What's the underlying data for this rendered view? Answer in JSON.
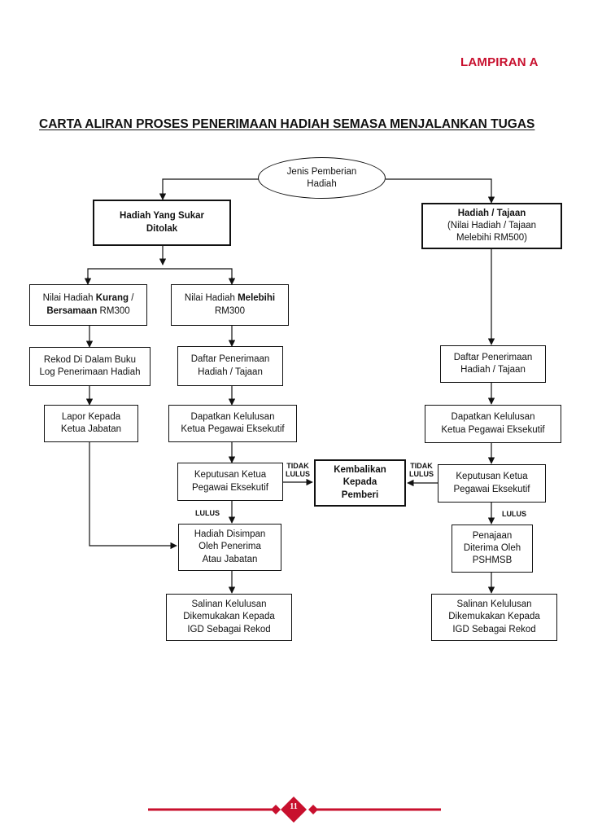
{
  "header": {
    "annex_label": "LAMPIRAN A"
  },
  "title": "CARTA ALIRAN PROSES PENERIMAAN HADIAH SEMASA MENJALANKAN TUGAS",
  "nodes": {
    "start": {
      "lines": [
        "Jenis Pemberian",
        "Hadiah"
      ]
    },
    "hard_gift": {
      "lines": [
        "Hadiah Yang Sukar",
        "Ditolak"
      ]
    },
    "gift_sponsor_line1": "Hadiah / Tajaan",
    "gift_sponsor_line2": "(Nilai Hadiah / Tajaan",
    "gift_sponsor_line3": "Melebihi RM500)",
    "value_less": {
      "l1_a": "Nilai Hadiah ",
      "l1_b": "Kurang",
      "l1_c": " /",
      "l2_a": "Bersamaan",
      "l2_b": " RM300"
    },
    "value_more": {
      "l1_a": "Nilai Hadiah ",
      "l1_b": "Melebihi",
      "l2": "RM300"
    },
    "record_log": {
      "lines": [
        "Rekod Di Dalam Buku",
        "Log Penerimaan Hadiah"
      ]
    },
    "report_head": {
      "lines": [
        "Lapor Kepada",
        "Ketua Jabatan"
      ]
    },
    "register_left": {
      "lines": [
        "Daftar Penerimaan",
        "Hadiah / Tajaan"
      ]
    },
    "approval_left": {
      "lines": [
        "Dapatkan Kelulusan",
        "Ketua Pegawai Eksekutif"
      ]
    },
    "decision_left": {
      "lines": [
        "Keputusan Ketua",
        "Pegawai Eksekutif"
      ]
    },
    "return_giver": {
      "lines": [
        "Kembalikan",
        "Kepada",
        "Pemberi"
      ]
    },
    "kept": {
      "lines": [
        "Hadiah Disimpan",
        "Oleh Penerima",
        "Atau Jabatan"
      ]
    },
    "copy_left": {
      "lines": [
        "Salinan Kelulusan",
        "Dikemukakan Kepada",
        "IGD Sebagai Rekod"
      ]
    },
    "register_right": {
      "lines": [
        "Daftar Penerimaan",
        "Hadiah / Tajaan"
      ]
    },
    "approval_right": {
      "lines": [
        "Dapatkan Kelulusan",
        "Ketua Pegawai Eksekutif"
      ]
    },
    "decision_right": {
      "lines": [
        "Keputusan Ketua",
        "Pegawai Eksekutif"
      ]
    },
    "sponsorship": {
      "lines": [
        "Penajaan",
        "Diterima Oleh",
        "PSHMSB"
      ]
    },
    "copy_right": {
      "lines": [
        "Salinan Kelulusan",
        "Dikemukakan Kepada",
        "IGD Sebagai Rekod"
      ]
    }
  },
  "labels": {
    "not_approved": [
      "TIDAK",
      "LULUS"
    ],
    "approved": "LULUS"
  },
  "footer": {
    "page_number": "11"
  },
  "colors": {
    "accent": "#c8102e",
    "line": "#111111"
  }
}
